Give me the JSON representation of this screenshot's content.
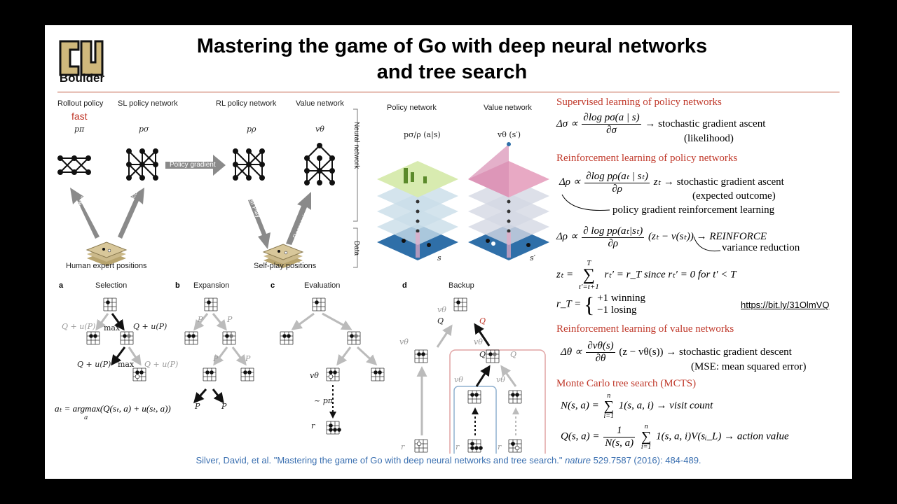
{
  "header": {
    "logo_text": "Boulder",
    "title_line1": "Mastering the game of Go with deep neural networks",
    "title_line2": "and tree search"
  },
  "figure_top": {
    "rollout_policy": "Rollout policy",
    "fast": "fast",
    "sl_policy": "SL policy network",
    "rl_policy": "RL policy network",
    "value_network": "Value network",
    "p_pi": "pπ",
    "p_sigma": "pσ",
    "p_rho": "pρ",
    "v_theta": "vθ",
    "policy_gradient": "Policy gradient",
    "classification": "Classification",
    "self_play": "Self Play",
    "regression": "Regression",
    "human_expert": "Human expert positions",
    "self_play_positions": "Self-play positions",
    "neural_network": "Neural network",
    "data": "Data",
    "policy_network_3d": "Policy network",
    "value_network_3d": "Value network",
    "p_sigma_rho": "pσ/ρ (a|s)",
    "v_theta_s": "vθ (s′)",
    "s": "s",
    "s_prime": "s′"
  },
  "figure_bottom": {
    "a": "a",
    "selection": "Selection",
    "b": "b",
    "expansion": "Expansion",
    "c": "c",
    "evaluation": "Evaluation",
    "d": "d",
    "backup": "Backup",
    "q_u": "Q + u(P)",
    "max": "max",
    "p": "P",
    "v_theta": "vθ",
    "r": "r",
    "p_pi": "~ pπ",
    "q": "Q",
    "argmax": "aₜ = argmax(Q(sₜ, a) + u(sₜ, a))",
    "argmax_sub": "a"
  },
  "notes": {
    "sec1": "Supervised learning of policy networks",
    "eq1_lhs": "Δσ ∝",
    "eq1_num": "∂log pσ(a | s)",
    "eq1_den": "∂σ",
    "eq1_rhs": "→ stochastic gradient ascent",
    "eq1_sub": "(likelihood)",
    "sec2": "Reinforcement learning of policy networks",
    "eq2_lhs": "Δρ ∝",
    "eq2_num": "∂log pρ(aₜ | sₜ)",
    "eq2_den": "∂ρ",
    "eq2_z": "zₜ",
    "eq2_rhs": "→ stochastic gradient ascent",
    "eq2_sub": "(expected outcome)",
    "eq2_note": "policy gradient reinforcement learning",
    "eq3_lhs": "Δρ ∝",
    "eq3_num": "∂ log pρ(aₜ|sₜ)",
    "eq3_den": "∂ρ",
    "eq3_rhs": "(zₜ − v(sₜ)) → REINFORCE",
    "eq3_note": "variance reduction",
    "eq4_lhs": "zₜ =",
    "eq4_top": "T",
    "eq4_bot": "t′=t+1",
    "eq4_rhs": "rₜ′ = r_T  since  rₜ′ = 0  for  t′ < T",
    "eq5_lhs": "r_T =",
    "eq5_a": "+1    winning",
    "eq5_b": "−1    losing",
    "link": "https://bit.ly/31OlmVQ",
    "sec3": "Reinforcement learning of value networks",
    "eq6_lhs": "Δθ ∝",
    "eq6_num": "∂vθ(s)",
    "eq6_den": "∂θ",
    "eq6_rhs": "(z − vθ(s))  → stochastic gradient descent",
    "eq6_sub": "(MSE: mean squared error)",
    "sec4": "Monte Carlo tree search (MCTS)",
    "eq7_lhs": "N(s, a) =",
    "eq7_top": "n",
    "eq7_bot": "i=1",
    "eq7_rhs": "1(s, a, i)  → visit count",
    "eq8_lhs": "Q(s, a) =",
    "eq8_num": "1",
    "eq8_den": "N(s, a)",
    "eq8_top": "n",
    "eq8_bot": "i=1",
    "eq8_rhs": "1(s, a, i)V(sᵢ_L)  → action value"
  },
  "citation": {
    "text": "Silver, David, et al. \"Mastering the game of Go with deep neural networks and tree search.\"",
    "journal": "nature",
    "tail": "529.7587 (2016): 484-489."
  },
  "colors": {
    "background": "#000000",
    "slide": "#ffffff",
    "rule": "#c0553a",
    "section": "#c0392b",
    "citation": "#3a6fb0",
    "logo_gold": "#cfb87c",
    "policy_top": "#d8ebb0",
    "value_top": "#e8a9c4",
    "board": "#2f6fa8"
  }
}
